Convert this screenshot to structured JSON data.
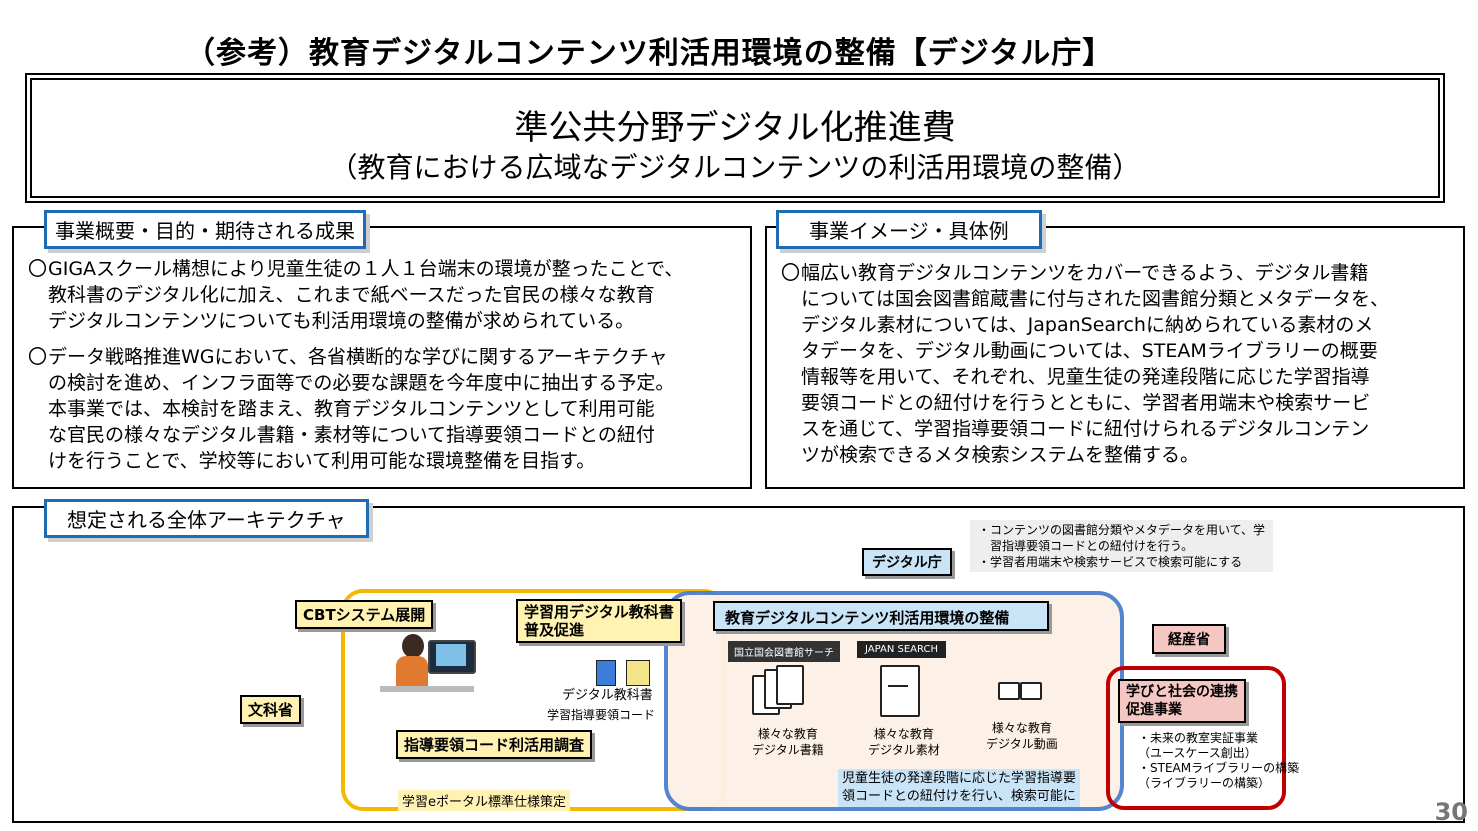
{
  "header": {
    "title": "（参考）教育デジタルコンテンツ利活用環境の整備【デジタル庁】"
  },
  "banner": {
    "title": "準公共分野デジタル化推進費",
    "subtitle": "（教育における広域なデジタルコンテンツの利活用環境の整備）"
  },
  "left_panel": {
    "tag": "事業概要・目的・期待される成果",
    "bullet_mark": "〇",
    "p1": [
      "GIGAスクール構想により児童生徒の１人１台端末の環境が整ったことで、",
      "教科書のデジタル化に加え、これまで紙ベースだった官民の様々な教育",
      "デジタルコンテンツについても利活用環境の整備が求められている。"
    ],
    "p2": [
      "データ戦略推進WGにおいて、各省横断的な学びに関するアーキテクチャ",
      "の検討を進め、インフラ面等での必要な課題を今年度中に抽出する予定。",
      "本事業では、本検討を踏まえ、教育デジタルコンテンツとして利用可能",
      "な官民の様々なデジタル書籍・素材等について指導要領コードとの紐付",
      "けを行うことで、学校等において利用可能な環境整備を目指す。"
    ]
  },
  "right_panel": {
    "tag": "事業イメージ・具体例",
    "bullet_mark": "〇",
    "p1": [
      "幅広い教育デジタルコンテンツをカバーできるよう、デジタル書籍",
      "については国会図書館蔵書に付与された図書館分類とメタデータを、",
      "デジタル素材については、JapanSearchに納められている素材のメ",
      "タデータを、デジタル動画については、STEAMライブラリーの概要",
      "情報等を用いて、それぞれ、児童生徒の発達段階に応じた学習指導",
      "要領コードとの紐付けを行うとともに、学習者用端末や検索サービ",
      "スを通じて、学習指導要領コードに紐付けられるデジタルコンテン",
      "ツが検索できるメタ検索システムを整備する。"
    ]
  },
  "arch": {
    "tag": "想定される全体アーキテクチャ",
    "digital_agency": "デジタル庁",
    "notes": [
      "・コンテンツの図書館分類やメタデータを用いて、学",
      "　習指導要領コードとの紐付けを行う。",
      "・学習者用端末や検索サービスで検索可能にする"
    ],
    "cbt": "CBTシステム展開",
    "textbook": [
      "学習用デジタル教科書",
      "普及促進"
    ],
    "digital_textbook": "デジタル教科書",
    "guideline_code": "学習指導要領コード",
    "mext": "文科省",
    "survey": "指導要領コード利活用調査",
    "eportal": "学習eポータル標準仕様策定",
    "env_title": "教育デジタルコンテンツ利活用環境の整備",
    "ndl_search": "国立国会図書館サーチ",
    "japan_search": "JAPAN SEARCH",
    "books": [
      "様々な教育",
      "デジタル書籍"
    ],
    "materials": [
      "様々な教育",
      "デジタル素材"
    ],
    "videos": [
      "様々な教育",
      "デジタル動画"
    ],
    "linking": [
      "児童生徒の発達段階に応じた学習指導要",
      "領コードとの紐付けを行い、検索可能に"
    ],
    "meti": "経産省",
    "collab": [
      "学びと社会の連携",
      "促進事業"
    ],
    "meti_items": [
      "・未来の教室実証事業",
      "（ユースケース創出）",
      "・STEAMライブラリーの構築",
      "（ライブラリーの構築）"
    ]
  },
  "page_number": "30",
  "colors": {
    "tag_border": "#1f6cb5",
    "yellow_ring": "#f5b800",
    "blue_ring": "#4a7fcf",
    "red_ring": "#c00000",
    "label_fill": "#fff2b3"
  }
}
